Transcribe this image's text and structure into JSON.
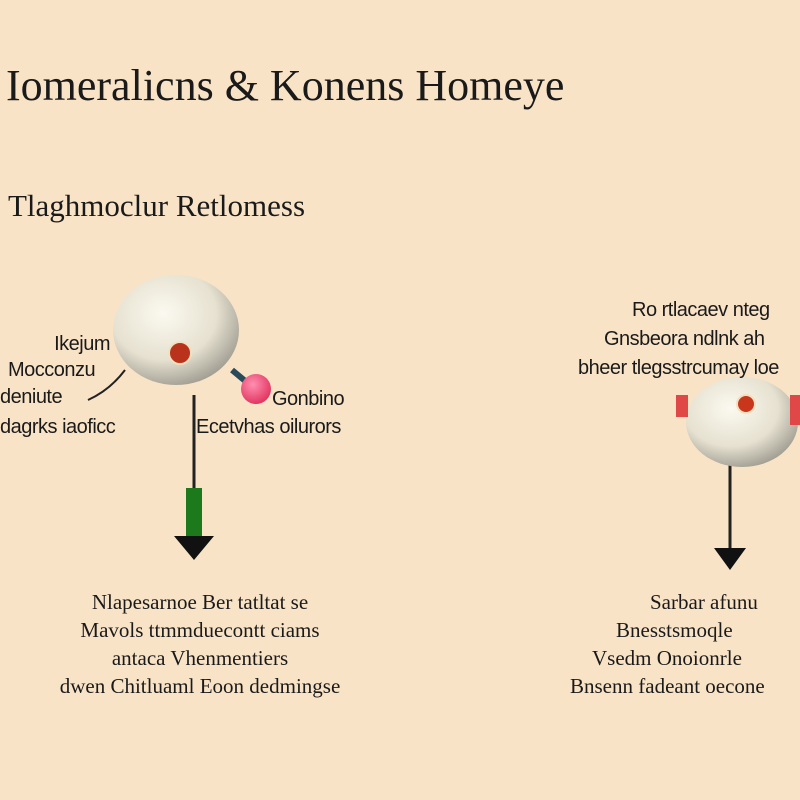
{
  "title": "Iomeralicns  & Konens Homeye",
  "subtitle": "Tlaghmoclur  Retlomess",
  "left": {
    "side_labels": [
      "Ikejum",
      "Mocconzu",
      "deniute",
      "dagrks iaoficc"
    ],
    "right_labels": [
      "Gonbino",
      "Ecetvhas oilurors"
    ],
    "caption": [
      "Nlapesarnoe Ber tatltat se",
      "Mavols ttmmduecontt ciams",
      "antaca Vhenmentiers",
      "dwen Chitluaml Eoon dedmingse"
    ]
  },
  "right": {
    "top_labels": [
      "Ro rtlacaev nteg",
      "Gnsbeora ndlnk ah",
      "bheer tlegsstrcumay loe"
    ],
    "caption": [
      "Sarbar afunu",
      "Bnesstsmoqle",
      "Vsedm Onoionrle",
      "Bnsenn fadeant oecone"
    ]
  },
  "colors": {
    "background": "#f9e3c7",
    "arrow_green": "#1c7a1c",
    "pink_ball": "#e8426a",
    "nucleus": "#b8321c"
  }
}
